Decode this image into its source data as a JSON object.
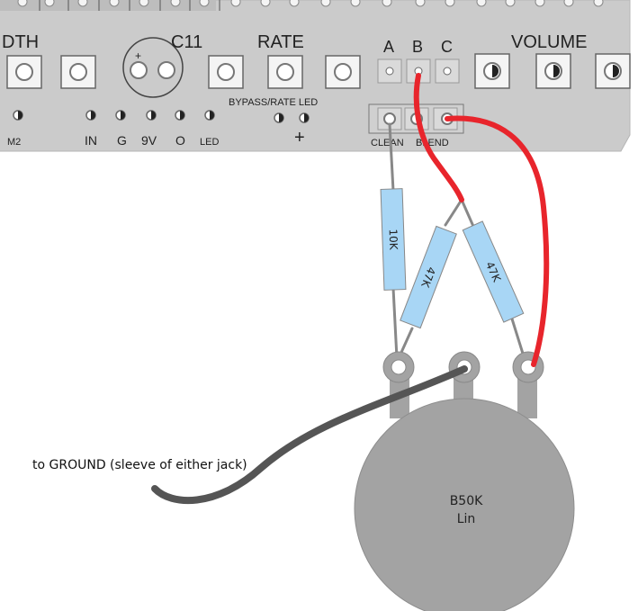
{
  "pcb": {
    "labels": {
      "depth_partial": "DTH",
      "c11": "C11",
      "c11_polarity": "+",
      "rate": "RATE",
      "a": "A",
      "b": "B",
      "c": "C",
      "volume": "VOLUME",
      "bypass_rate_led": "BYPASS/RATE LED",
      "plus": "+",
      "m2": "M2",
      "in": "IN",
      "g": "G",
      "9v": "9V",
      "o": "O",
      "led": "LED",
      "clean": "CLEAN",
      "blend": "BLEND"
    }
  },
  "resistors": [
    {
      "label": "10K"
    },
    {
      "label": "47K"
    },
    {
      "label": "47K"
    }
  ],
  "pot": {
    "line1": "B50K",
    "line2": "Lin"
  },
  "annotation": "to GROUND (sleeve of either jack)",
  "colors": {
    "pcb": "#cccccc",
    "resistor": "#a8d6f5",
    "wire_red": "#e8252c",
    "wire_gray": "#555555",
    "pot": "#a3a3a3"
  }
}
